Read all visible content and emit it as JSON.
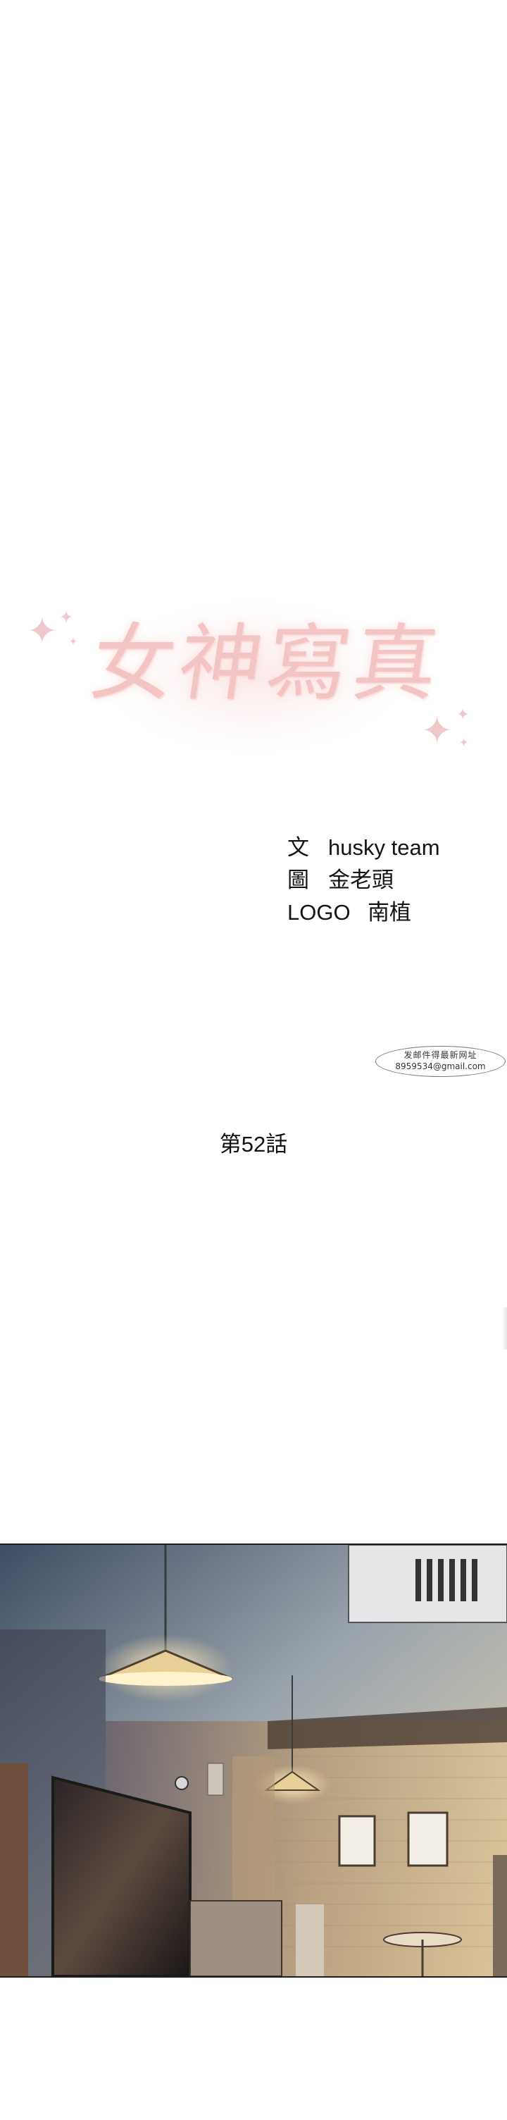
{
  "logo": {
    "title": "女神寫真"
  },
  "credits": [
    {
      "key": "文",
      "value": "husky team"
    },
    {
      "key": "圖",
      "value": "金老頭"
    },
    {
      "key": "LOGO",
      "value": "南植"
    }
  ],
  "watermark": {
    "line1": "发邮件得最新网址",
    "line2": "8959534@gmail.com"
  },
  "chapter": {
    "label": "第52話"
  },
  "scene": {
    "description_icon": "cafe-interior-illustration"
  }
}
